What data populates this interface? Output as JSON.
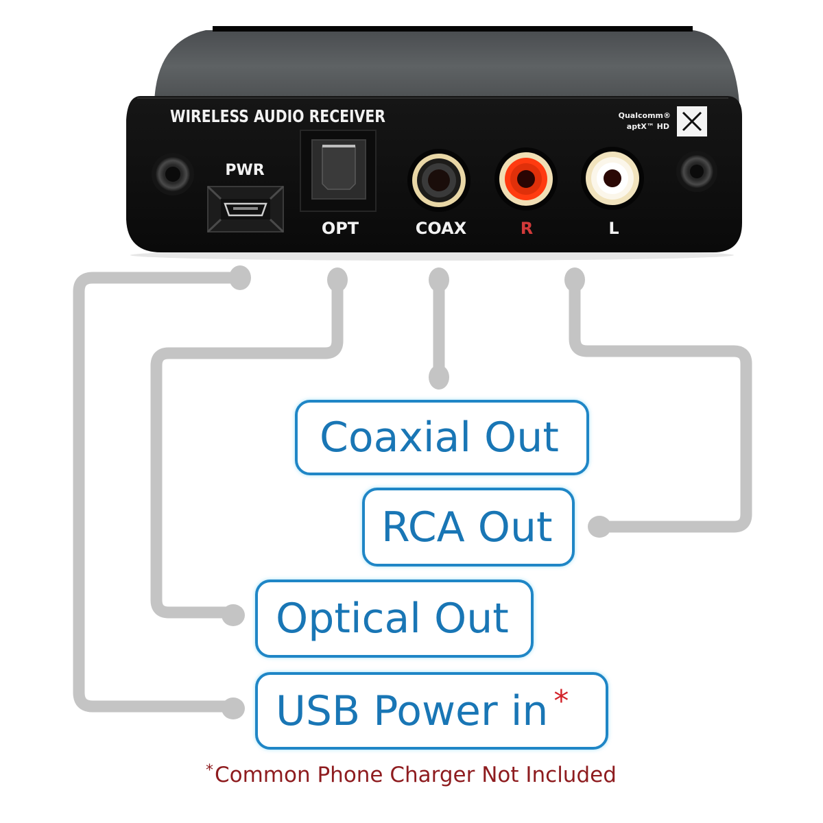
{
  "device": {
    "title": "WIRELESS AUDIO RECEIVER",
    "badge": {
      "brand_line1": "Qualcomm®",
      "brand_line2": "aptX™ HD",
      "icon": "aptx-x-logo-icon"
    },
    "ports": [
      {
        "id": "pwr",
        "label": "PWR",
        "type": "micro-usb",
        "label_color": "#ffffff"
      },
      {
        "id": "opt",
        "label": "OPT",
        "type": "toslink-optical",
        "label_color": "#ffffff"
      },
      {
        "id": "coax",
        "label": "COAX",
        "type": "rca-coaxial",
        "label_color": "#ffffff",
        "ring_color": "#e9d7a6",
        "insulator_color": "#1a1a1a"
      },
      {
        "id": "r",
        "label": "R",
        "type": "rca-right",
        "label_color": "#d23a3a",
        "ring_color": "#f1dfb5",
        "insulator_color": "#ff3b10"
      },
      {
        "id": "l",
        "label": "L",
        "type": "rca-left",
        "label_color": "#ffffff",
        "ring_color": "#f1e3bd",
        "insulator_color": "#fbf6ea"
      }
    ],
    "colors": {
      "lid": "#5b5e60",
      "front_panel": "#0e0e0e",
      "text": "#ffffff"
    }
  },
  "callouts": [
    {
      "id": "coax",
      "label": "Coaxial Out",
      "connects_to": "COAX"
    },
    {
      "id": "rca",
      "label": "RCA Out",
      "connects_to": "L"
    },
    {
      "id": "opt",
      "label": "Optical Out",
      "connects_to": "OPT"
    },
    {
      "id": "usb",
      "label": "USB Power in",
      "asterisk": "*",
      "connects_to": "PWR"
    }
  ],
  "footnote": {
    "star": "*",
    "text": "Common Phone Charger Not Included"
  },
  "colors": {
    "box_border": "#1f86c6",
    "box_text": "#1976b5",
    "connector_line": "#c4c4c4",
    "asterisk": "#d2232a",
    "footnote": "#8e1c1f"
  }
}
